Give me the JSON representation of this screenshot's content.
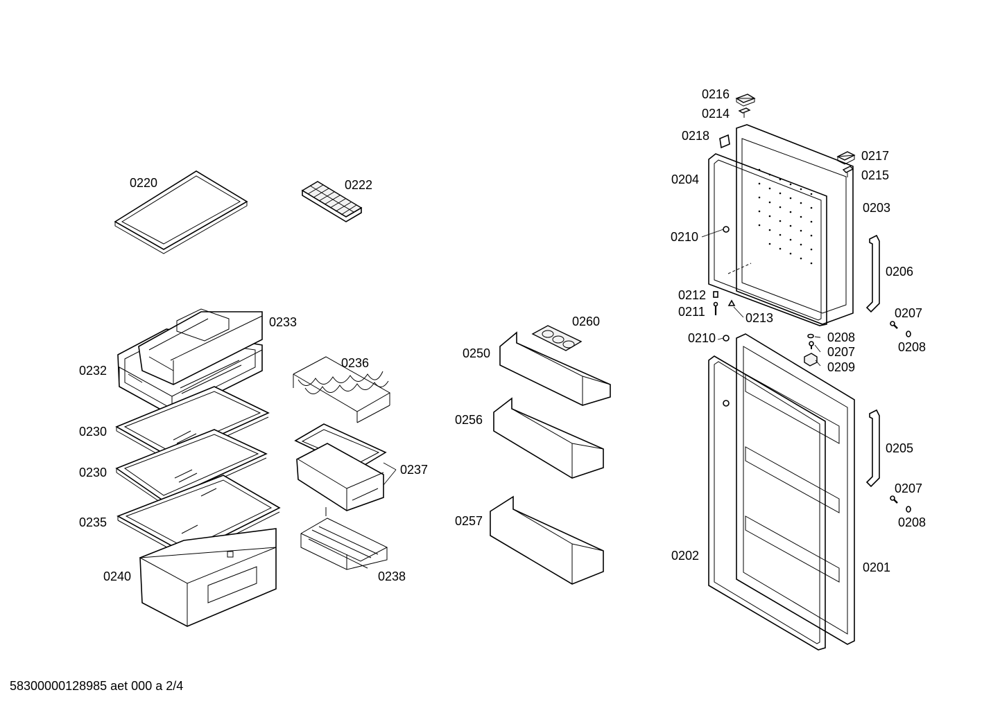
{
  "diagram": {
    "footer_text": "58300000128985 aet 000 a 2/4",
    "labels": {
      "p0220": "0220",
      "p0222": "0222",
      "p0233": "0233",
      "p0232": "0232",
      "p0236": "0236",
      "p0230a": "0230",
      "p0230b": "0230",
      "p0237": "0237",
      "p0235": "0235",
      "p0240": "0240",
      "p0238": "0238",
      "p0260": "0260",
      "p0250": "0250",
      "p0256": "0256",
      "p0257": "0257",
      "p0216": "0216",
      "p0214": "0214",
      "p0218": "0218",
      "p0217": "0217",
      "p0215": "0215",
      "p0204": "0204",
      "p0203": "0203",
      "p0210a": "0210",
      "p0206": "0206",
      "p0212": "0212",
      "p0211": "0211",
      "p0213": "0213",
      "p0207a": "0207",
      "p0208a": "0208",
      "p0210b": "0210",
      "p0208b": "0208",
      "p0207b": "0207",
      "p0209": "0209",
      "p0205": "0205",
      "p0207c": "0207",
      "p0208c": "0208",
      "p0202": "0202",
      "p0201": "0201"
    }
  }
}
